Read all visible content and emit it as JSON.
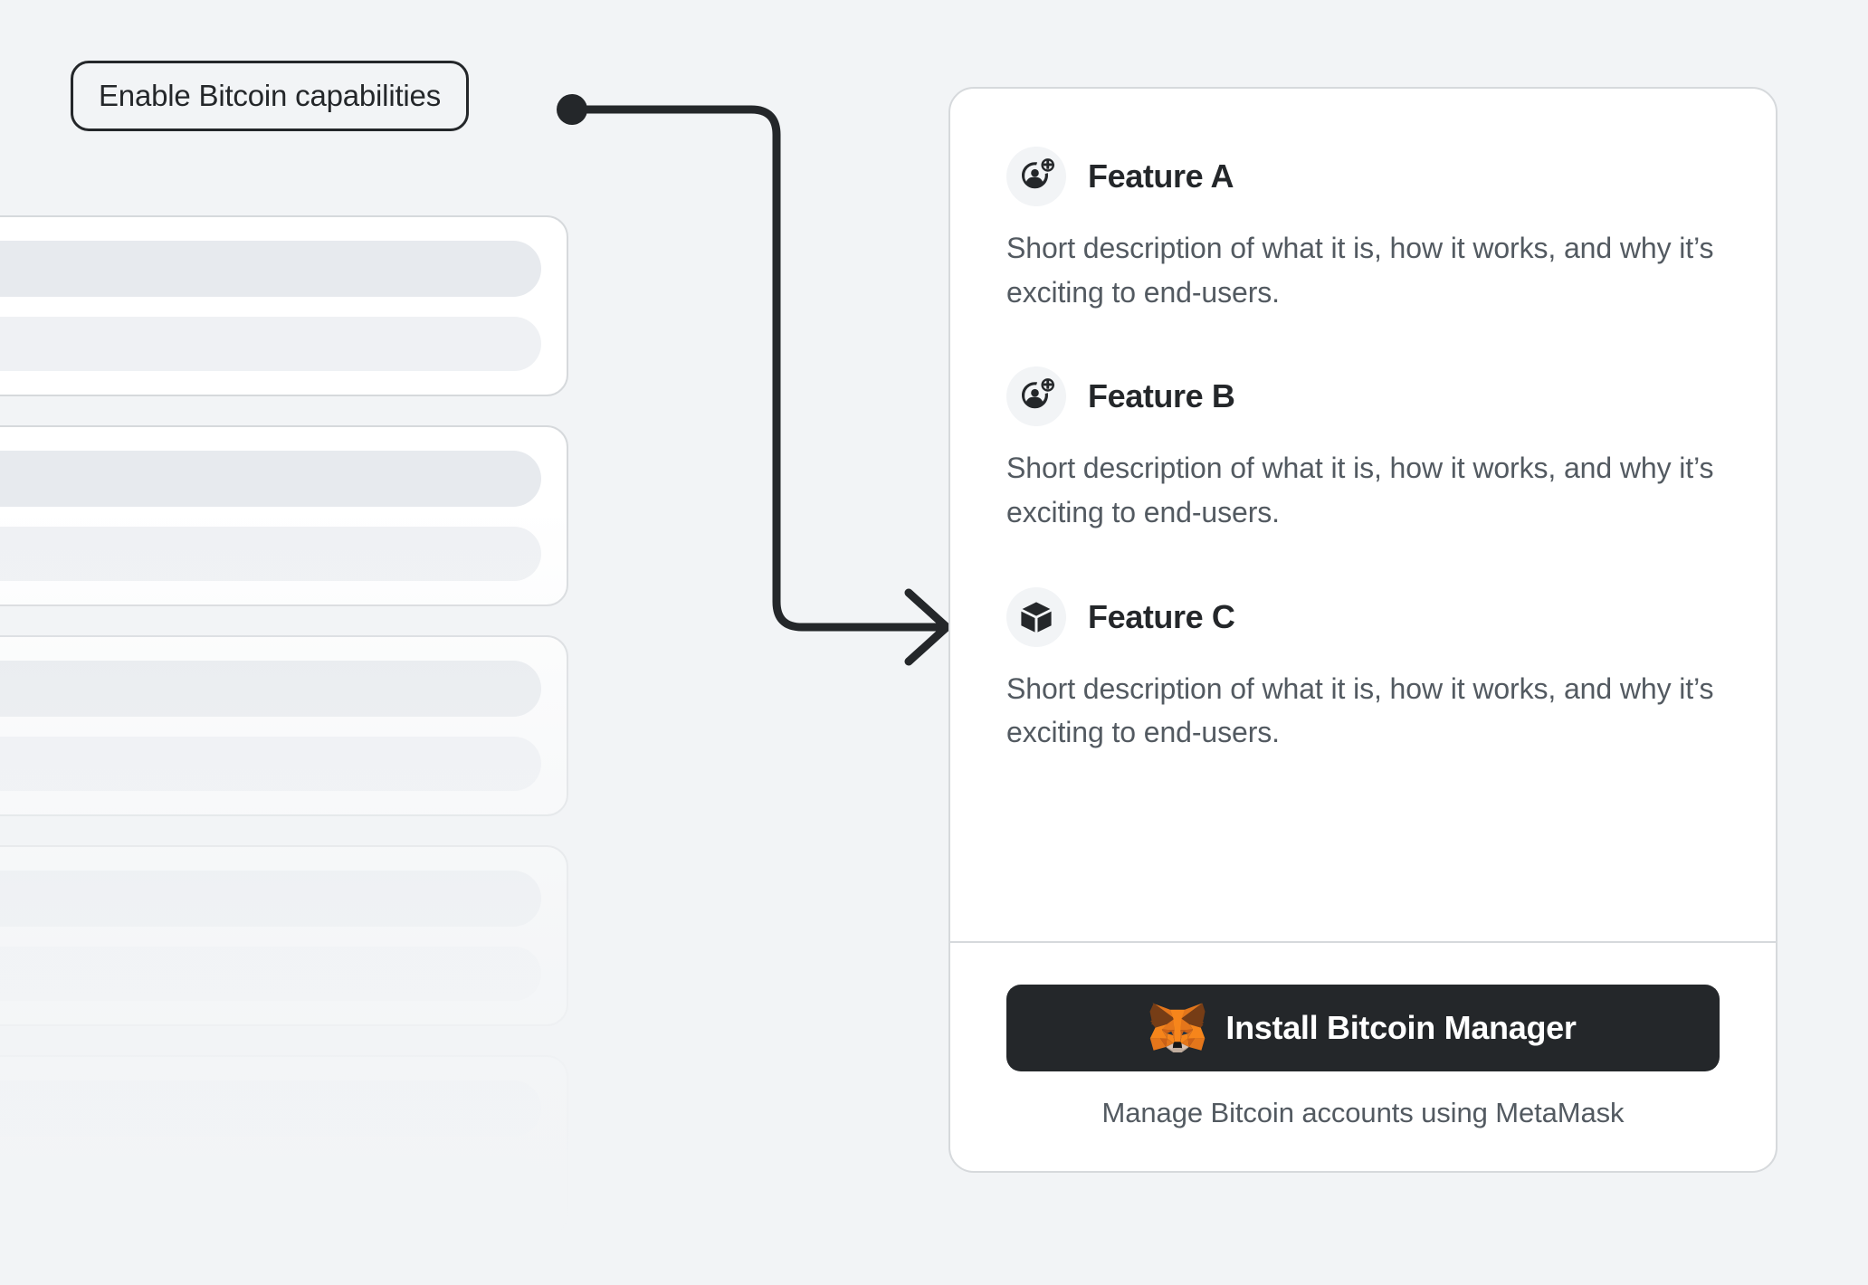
{
  "page": {
    "background_color": "#F2F4F6",
    "accent_dark": "#24272A",
    "border_color": "#D6D9DC",
    "muted_text_color": "#535A61"
  },
  "callout": {
    "label": "Enable Bitcoin capabilities",
    "connector_name": "elbow-arrow-connector"
  },
  "background_placeholder": {
    "card_count": 5,
    "description": "skeleton loading cards"
  },
  "card": {
    "features": [
      {
        "icon": "add-account-icon",
        "title": "Feature A",
        "description": "Short description of what it is, how it works, and why it’s exciting to end-users."
      },
      {
        "icon": "add-account-icon",
        "title": "Feature B",
        "description": "Short description of what it is, how it works, and why it’s exciting to end-users."
      },
      {
        "icon": "cube-icon",
        "title": "Feature C",
        "description": "Short description of what it is, how it works, and why it’s exciting to end-users."
      }
    ],
    "footer": {
      "button_label": "Install Bitcoin Manager",
      "button_icon": "metamask-fox-icon",
      "note": "Manage Bitcoin accounts using MetaMask"
    }
  }
}
